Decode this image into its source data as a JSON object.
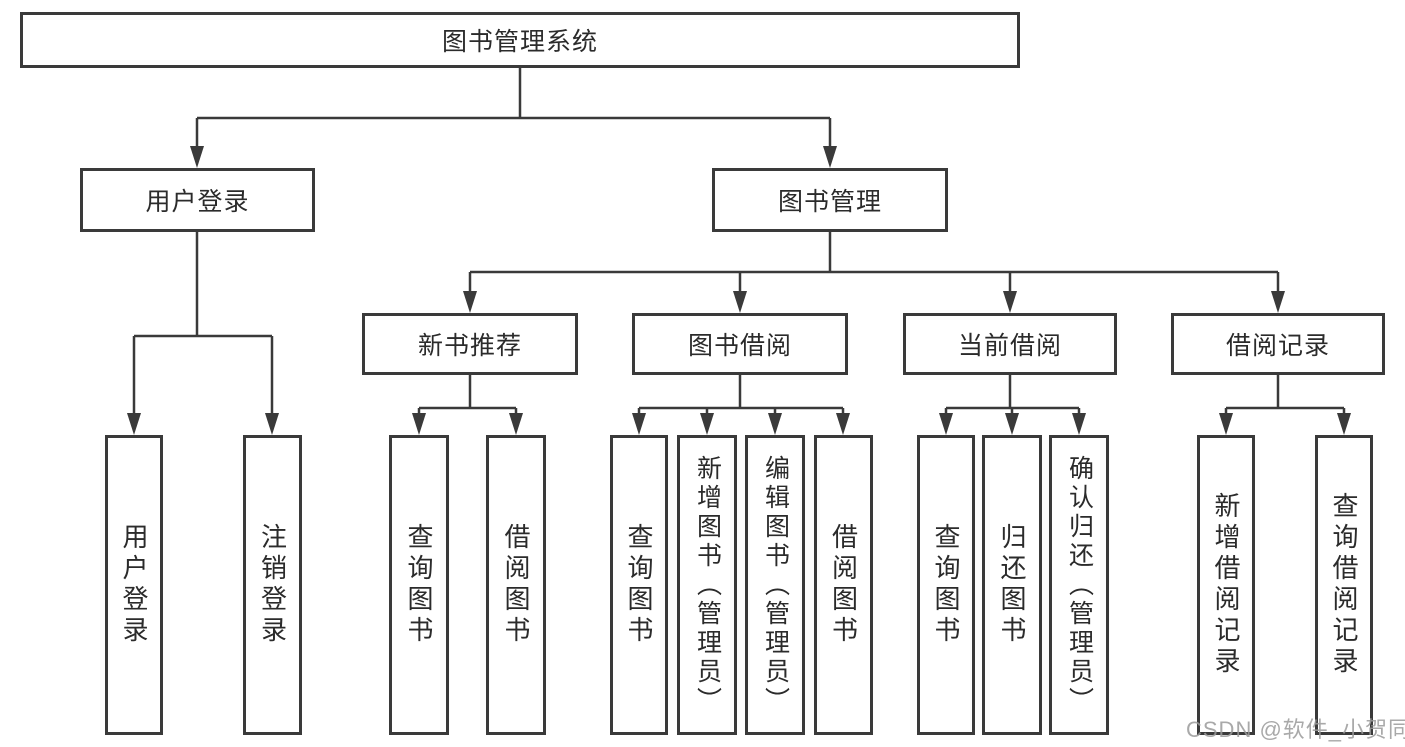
{
  "diagram_type": "tree",
  "tree": {
    "root": "图书管理系统",
    "children": [
      {
        "label": "用户登录",
        "children": [
          {
            "label": "用户登录"
          },
          {
            "label": "注销登录"
          }
        ]
      },
      {
        "label": "图书管理",
        "children": [
          {
            "label": "新书推荐",
            "children": [
              {
                "label": "查询图书"
              },
              {
                "label": "借阅图书"
              }
            ]
          },
          {
            "label": "图书借阅",
            "children": [
              {
                "label": "查询图书"
              },
              {
                "label": "新增图书（管理员）"
              },
              {
                "label": "编辑图书（管理员）"
              },
              {
                "label": "借阅图书"
              }
            ]
          },
          {
            "label": "当前借阅",
            "children": [
              {
                "label": "查询图书"
              },
              {
                "label": "归还图书"
              },
              {
                "label": "确认归还（管理员）"
              }
            ]
          },
          {
            "label": "借阅记录",
            "children": [
              {
                "label": "新增借阅记录"
              },
              {
                "label": "查询借阅记录"
              }
            ]
          }
        ]
      }
    ]
  },
  "watermark": "CSDN @软件_小贺同学",
  "colors": {
    "line": "#3a3a3a",
    "text": "#2b2b2b",
    "watermark": "#9b9b9b",
    "background": "#ffffff"
  }
}
